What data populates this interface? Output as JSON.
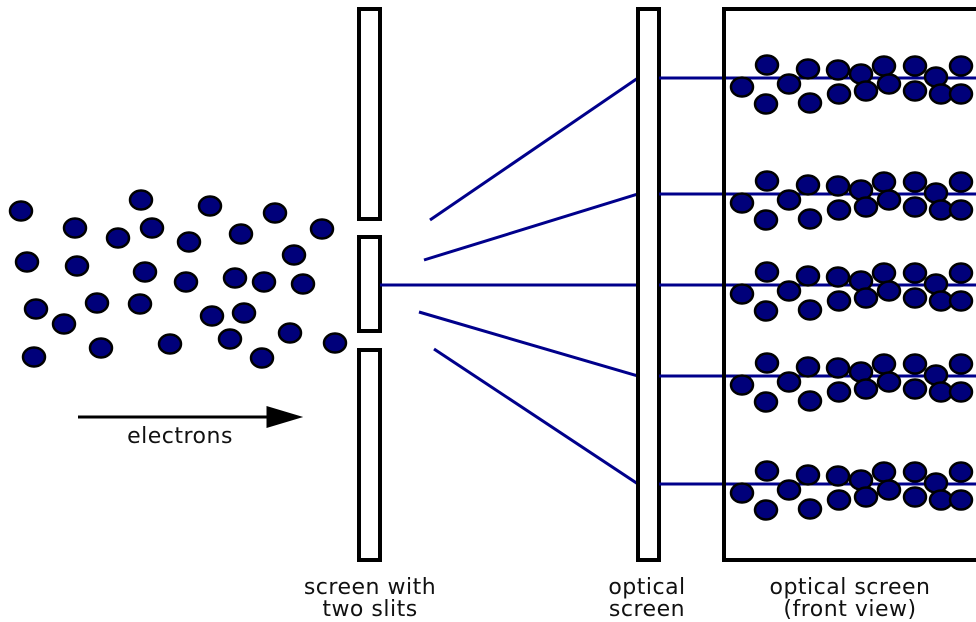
{
  "labels": {
    "electrons": "electrons",
    "barrier_line1": "screen with",
    "barrier_line2": "two slits",
    "optical_line1": "optical",
    "optical_line2": "screen",
    "front_line1": "optical screen",
    "front_line2": "(front view)"
  },
  "colors": {
    "electron_fill": "#00007a",
    "electron_stroke": "#000000",
    "ray": "#00008b",
    "outline": "#000000",
    "background": "#ffffff"
  }
}
